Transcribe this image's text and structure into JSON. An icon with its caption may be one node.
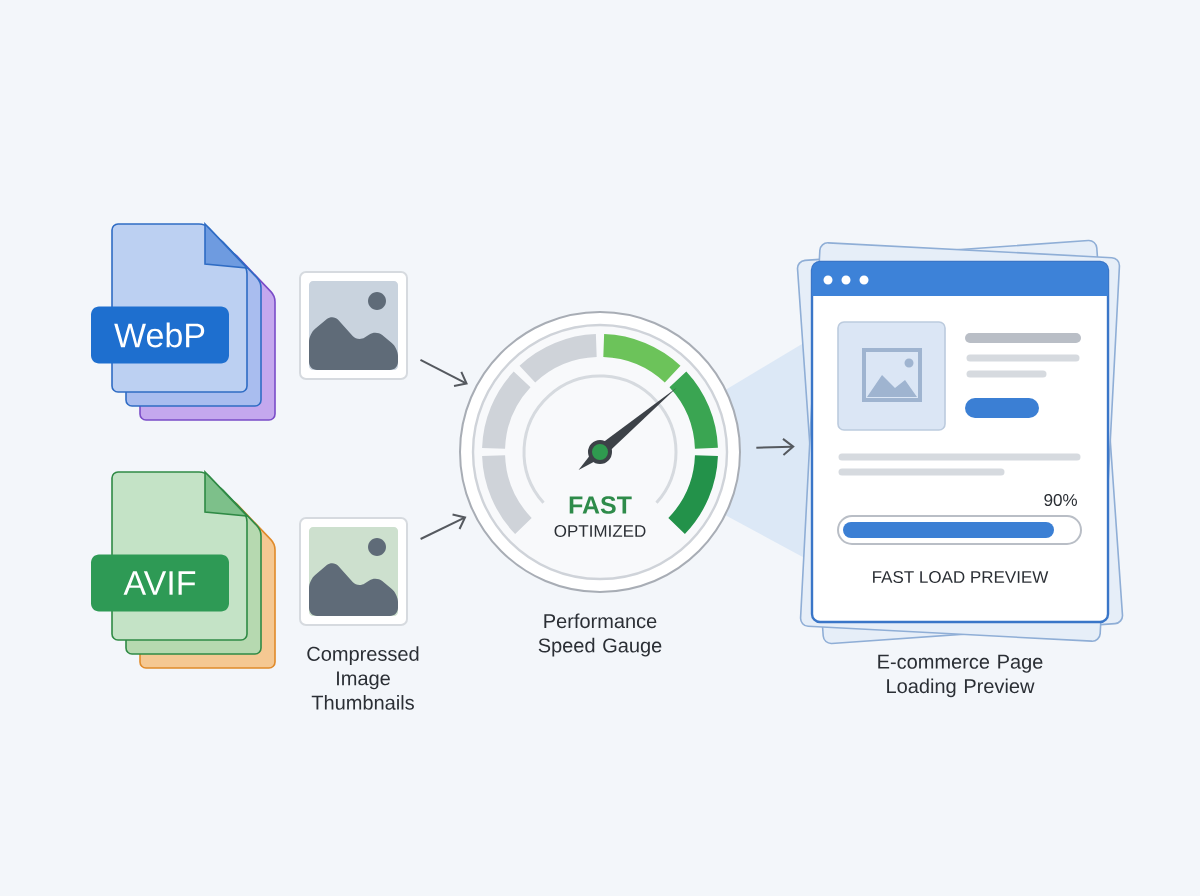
{
  "diagram": {
    "nodes": [
      {
        "text": [
          "WebP"
        ]
      },
      {
        "text": [
          "AVIF"
        ]
      },
      {
        "text": [],
        "shape": "picture"
      },
      {
        "text": [],
        "shape": "picture",
        "beside": [
          "Compressed Image Thumbnails"
        ]
      },
      {
        "text": [
          "FAST",
          "OPTIMIZED"
        ],
        "beside": [
          "Performance Speed Gauge"
        ]
      },
      {
        "text": [
          "90%",
          "FAST LOAD PREVIEW"
        ],
        "beside": [
          "E-commerce Page Loading Preview"
        ]
      }
    ],
    "edges": [
      {
        "from": 2,
        "to": 4,
        "arrow": "to"
      },
      {
        "from": 3,
        "to": 4,
        "arrow": "to"
      },
      {
        "from": 4,
        "to": 5,
        "arrow": "to"
      }
    ]
  }
}
